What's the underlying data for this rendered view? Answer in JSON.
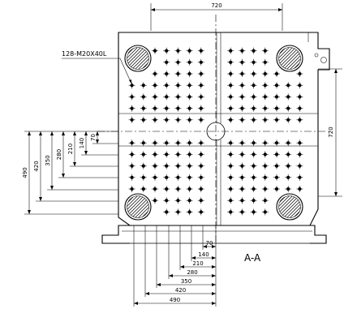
{
  "drawing": {
    "section_label": "A-A",
    "hole_callout": "128-M20X40L",
    "dimensions": {
      "top_width": "720",
      "right_height": "720",
      "left_vertical": [
        "490",
        "420",
        "350",
        "280",
        "210",
        "140",
        "70"
      ],
      "bottom_horizontal": [
        "70",
        "140",
        "210",
        "280",
        "350",
        "420",
        "490"
      ]
    }
  }
}
